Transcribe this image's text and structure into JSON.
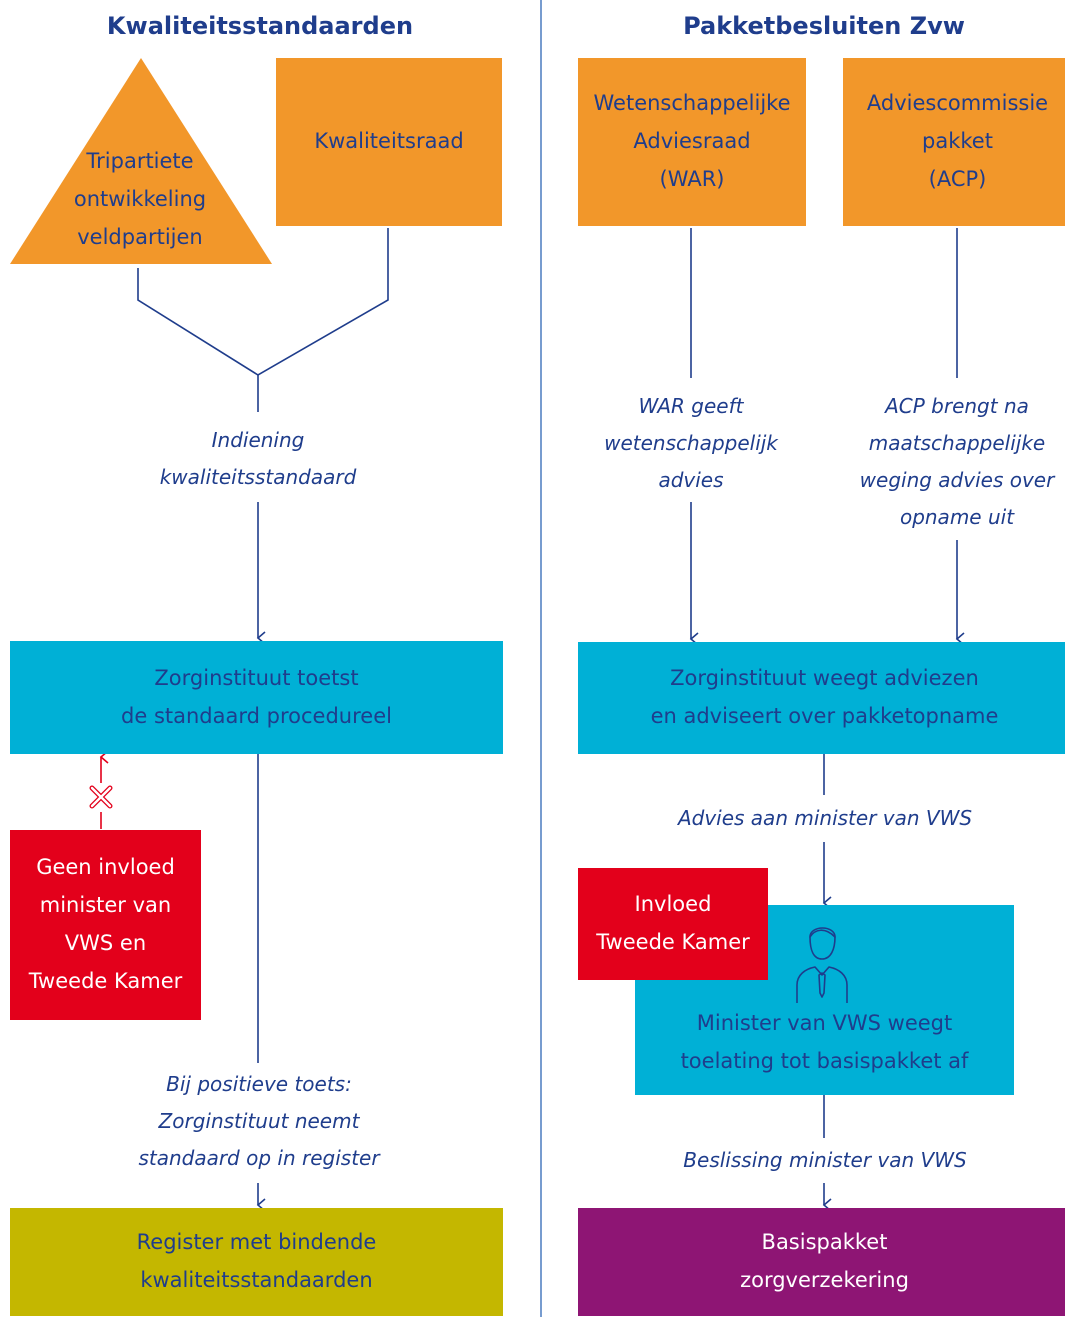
{
  "colors": {
    "orange": "#f2972a",
    "blue": "#00b0d6",
    "red": "#e3001b",
    "olive": "#c4b700",
    "purple": "#8e1574",
    "navy": "#1f3d8c",
    "divider": "#4a7bbf"
  },
  "left": {
    "title": "Kwaliteitsstandaarden",
    "triangle_label": "Tripartiete\nontwikkeling\nveldpartijen",
    "kwaliteitsraad": "Kwaliteitsraad",
    "caption_indiening": "Indiening\nkwaliteitsstandaard",
    "toets_box": "Zorginstituut toetst\nde standaard procedureel",
    "geen_invloed": "Geen invloed\nminister van\nVWS en\nTweede Kamer",
    "caption_positief": "Bij positieve toets:\nZorginstituut neemt\nstandaard op in register",
    "register_box": "Register met bindende\nkwaliteitsstandaarden"
  },
  "right": {
    "title": "Pakketbesluiten Zvw",
    "war_box": "Wetenschappelijke\nAdviesraad\n(WAR)",
    "acp_box": "Adviescommissie\npakket\n(ACP)",
    "caption_war": "WAR geeft\nwetenschappelijk\nadvies",
    "caption_acp": "ACP brengt na\nmaatschappelijke\nweging advies over\nopname uit",
    "weegt_box": "Zorginstituut weegt adviezen\nen adviseert over pakketopname",
    "caption_advies": "Advies aan minister van VWS",
    "invloed_box": "Invloed\nTweede Kamer",
    "minister_box": "Minister van VWS weegt\ntoelating tot  basispakket af",
    "caption_beslissing": "Beslissing minister van VWS",
    "basispakket_box": "Basispakket\nzorgverzekering"
  },
  "icons": {
    "minister": "person-icon",
    "blocked": "cross-icon"
  }
}
